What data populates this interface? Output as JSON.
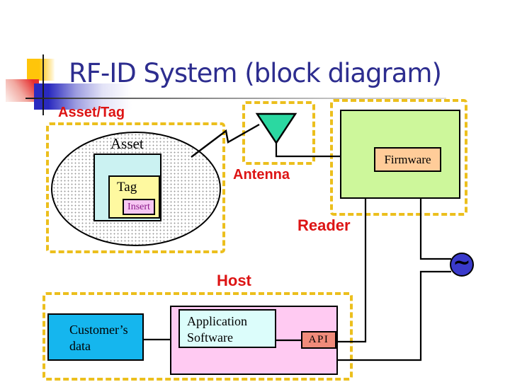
{
  "title": "RF-ID System (block diagram)",
  "labels": {
    "asset_tag": "Asset/Tag",
    "antenna": "Antenna",
    "reader": "Reader",
    "host": "Host"
  },
  "nodes": {
    "asset": "Asset",
    "tag": "Tag",
    "insert": "Insert",
    "firmware": "Firmware",
    "customer": {
      "line1": "Customer’s",
      "line2": "data"
    },
    "application": {
      "line1": "Application",
      "line2": "Software"
    },
    "api": "API",
    "ac_symbol": "~"
  },
  "colors": {
    "title_text": "#2D2D8F",
    "section_label": "#DD1414",
    "dashed_border": "#ECBF1D",
    "reader_box": "#CDF79B",
    "firmware_box": "#FFCC99",
    "antenna_triangle": "#2BD8A1",
    "tag_holder_box": "#CBF2F2",
    "tag_box": "#FEF9A0",
    "insert_box": "#F6C7F2",
    "insert_text": "#8B1A8B",
    "customer_box": "#15B6EE",
    "host_software_container": "#FFCAF2",
    "application_box": "#DCFDFB",
    "api_box": "#F08B7B",
    "ac_circle": "#3A3ACB"
  }
}
